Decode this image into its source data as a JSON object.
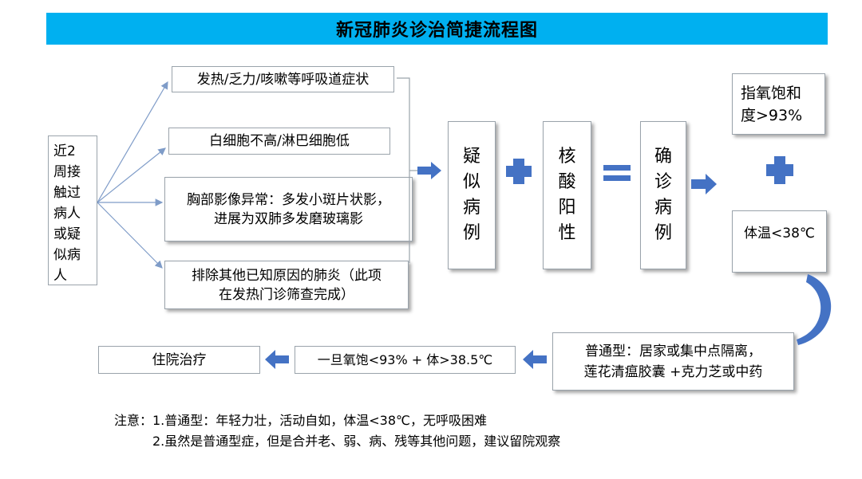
{
  "title": "新冠肺炎诊治简捷流程图",
  "left_box": [
    "近2",
    "周接",
    "触过",
    "病人",
    "或疑",
    "似病",
    "人"
  ],
  "criteria": [
    "发热/乏力/咳嗽等呼吸道症状",
    "白细胞不高/淋巴细胞低",
    "胸部影像异常：多发小斑片状影，",
    "进展为双肺多发磨玻璃影",
    "排除其他已知原因的肺炎（此项",
    "在发热门诊筛查完成）"
  ],
  "suspected": [
    "疑",
    "似",
    "病",
    "例"
  ],
  "nucleic": [
    "核",
    "酸",
    "阳",
    "性"
  ],
  "confirmed": [
    "确",
    "诊",
    "病",
    "例"
  ],
  "oxygen": [
    "指氧饱和",
    "度>93%"
  ],
  "temperature": "体温<38℃",
  "common_type": [
    "普通型：居家或集中点隔离，",
    "莲花清瘟胶囊 +克力芝或中药"
  ],
  "condition": "一旦氧饱<93% + 体>38.5℃",
  "hospital": "住院治疗",
  "notes": [
    "注意：1.普通型：年轻力壮，活动自如，体温<38℃，无呼吸困难",
    "2.虽然是普通型症，但是合并老、弱、病、残等其他问题，建议留院观察"
  ],
  "colors": {
    "title_bg": "#00b0f0",
    "accent": "#4472c4",
    "line": "#7f9cc8"
  }
}
